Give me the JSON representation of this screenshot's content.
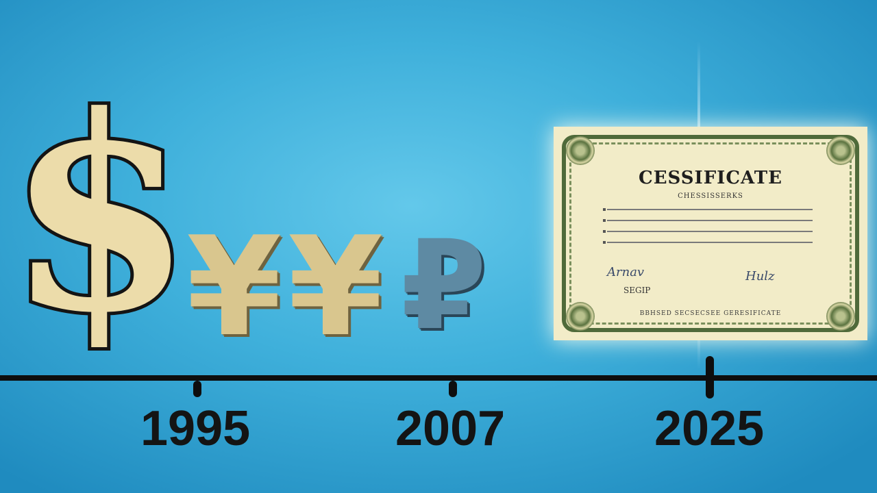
{
  "symbols": {
    "dollar": "$",
    "yen_1": "¥",
    "yen_2": "¥",
    "ruble": "₽"
  },
  "certificate": {
    "title": "CESSIFICATE",
    "subtitle": "CHESSISSERKS",
    "signature_left": "Arnav",
    "signature_left_sub": "SEGIP",
    "signature_right": "Hulz",
    "footer": "BBHSED SECSECSEE GERESIFICATE"
  },
  "timeline": {
    "years": [
      "1995",
      "2007",
      "2025"
    ]
  },
  "colors": {
    "background": "#3fb0db",
    "dollar_fill": "#ecdcaa",
    "yen_fill": "#d9c68e",
    "ruble_fill": "#5e8aa3",
    "timeline": "#0e0e0e",
    "certificate_paper": "#f2ecc8",
    "certificate_border": "#4f6a3a"
  }
}
